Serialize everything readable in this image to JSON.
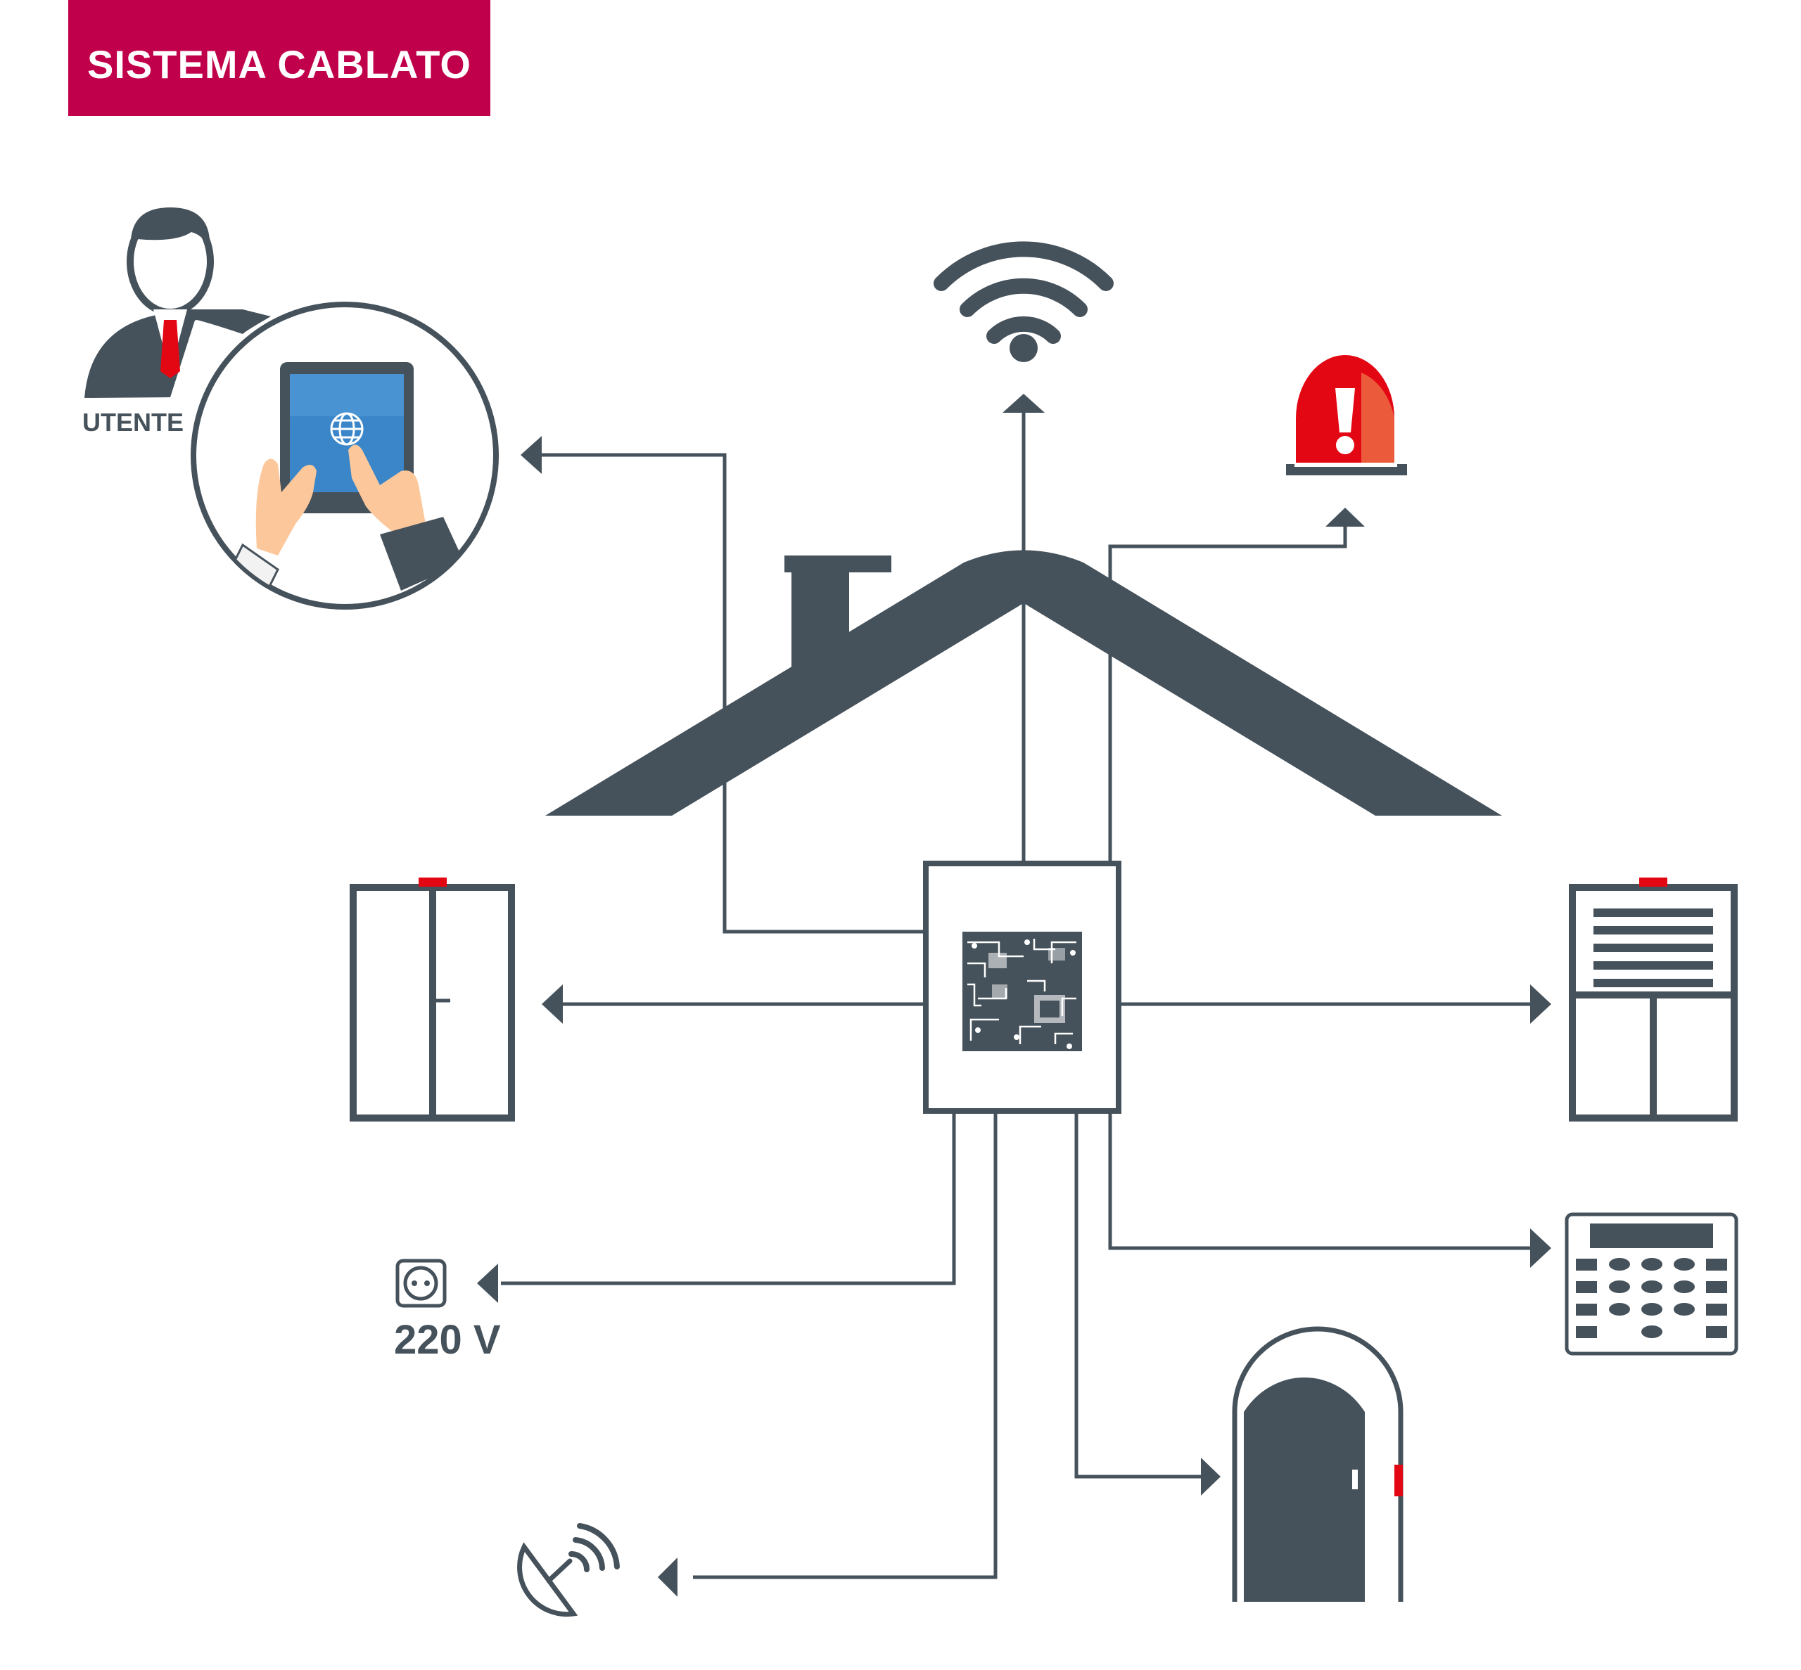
{
  "title": "SISTEMA CABLATO",
  "labels": {
    "user": "UTENTE",
    "power": "220 V"
  },
  "colors": {
    "title_bg": "#c0004a",
    "dark": "#46525b",
    "alarm_red": "#e30613",
    "skin": "#fcc89b",
    "screen_blue": "#3a86c8"
  },
  "nodes": [
    {
      "id": "control-panel",
      "icon": "circuit-board-icon"
    },
    {
      "id": "wifi",
      "icon": "wifi-icon"
    },
    {
      "id": "siren",
      "icon": "alarm-siren-icon"
    },
    {
      "id": "user-tablet",
      "icon": "user-tablet-icon"
    },
    {
      "id": "window-left",
      "icon": "window-sensor-icon"
    },
    {
      "id": "window-right",
      "icon": "shutter-window-sensor-icon"
    },
    {
      "id": "keypad",
      "icon": "keypad-icon"
    },
    {
      "id": "door",
      "icon": "door-sensor-icon"
    },
    {
      "id": "power-socket",
      "icon": "power-socket-icon"
    },
    {
      "id": "satellite",
      "icon": "satellite-dish-icon"
    }
  ]
}
